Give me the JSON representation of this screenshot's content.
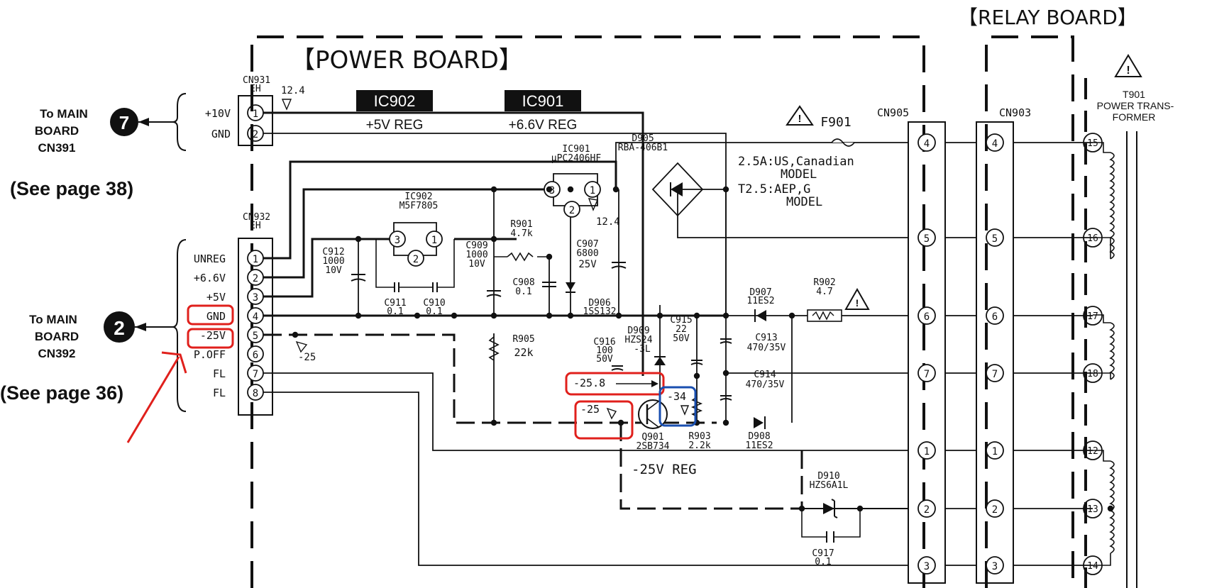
{
  "boards": {
    "power": "【POWER BOARD】",
    "relay": "【RELAY BOARD】"
  },
  "ic_labels": {
    "ic902_box": "IC902",
    "ic902_sub": "+5V REG",
    "ic901_box": "IC901",
    "ic901_sub": "+6.6V REG",
    "ic901_part": "IC901",
    "ic901_model": "μPC2406HF",
    "ic902_part": "IC902",
    "ic902_model": "M5F7805"
  },
  "connectors": {
    "cn931": {
      "name": "CN931",
      "type": "EH",
      "pins": [
        {
          "num": "1",
          "label": "+10V"
        },
        {
          "num": "2",
          "label": "GND"
        }
      ]
    },
    "cn932": {
      "name": "CN932",
      "type": "EH",
      "pins": [
        {
          "num": "1",
          "label": "UNREG"
        },
        {
          "num": "2",
          "label": "+6.6V"
        },
        {
          "num": "3",
          "label": "+5V"
        },
        {
          "num": "4",
          "label": "GND"
        },
        {
          "num": "5",
          "label": "-25V"
        },
        {
          "num": "6",
          "label": "P.OFF"
        },
        {
          "num": "7",
          "label": "FL"
        },
        {
          "num": "8",
          "label": "FL"
        }
      ]
    },
    "cn905": {
      "name": "CN905",
      "pins": [
        "4",
        "5",
        "6",
        "7",
        "1",
        "2",
        "3"
      ]
    },
    "cn903": {
      "name": "CN903",
      "pins": [
        "4",
        "5",
        "6",
        "7",
        "1",
        "2",
        "3"
      ]
    },
    "t901_pins": [
      "15",
      "16",
      "17",
      "18",
      "12",
      "13",
      "14"
    ]
  },
  "offboard": {
    "top": {
      "line1": "To MAIN",
      "line2": "BOARD",
      "line3": "CN391",
      "marker": "7",
      "see": "(See page 38)"
    },
    "bottom": {
      "line1": "To MAIN",
      "line2": "BOARD",
      "line3": "CN392",
      "marker": "2",
      "see": "(See page 36)"
    }
  },
  "transformer": {
    "name": "T901",
    "line2": "POWER TRANS-",
    "line3": "FORMER"
  },
  "fuse": {
    "name": "F901",
    "note1": "2.5A:US,Canadian",
    "note2": "MODEL",
    "note3": "T2.5:AEP,G",
    "note4": "MODEL"
  },
  "components": {
    "d905": {
      "name": "D905",
      "value": "RBA-406B1"
    },
    "r901": {
      "name": "R901",
      "value": "4.7k"
    },
    "c912": {
      "name": "C912",
      "value1": "1000",
      "value2": "10V"
    },
    "c909": {
      "name": "C909",
      "value1": "1000",
      "value2": "10V"
    },
    "c907": {
      "name": "C907",
      "value1": "6800",
      "value2": "25V"
    },
    "c908": {
      "name": "C908",
      "value": "0.1"
    },
    "c911": {
      "name": "C911",
      "value": "0.1"
    },
    "c910": {
      "name": "C910",
      "value": "0.1"
    },
    "d906": {
      "name": "D906",
      "value": "1SS132"
    },
    "d907": {
      "name": "D907",
      "value": "11ES2"
    },
    "r902": {
      "name": "R902",
      "value": "4.7"
    },
    "r905": {
      "name": "R905",
      "value": "22k"
    },
    "c916": {
      "name": "C916",
      "value1": "100",
      "value2": "50V"
    },
    "d909": {
      "name": "D909",
      "value1": "HZS24",
      "value2": "-3L"
    },
    "c915": {
      "name": "C915",
      "value1": "22",
      "value2": "50V"
    },
    "c913": {
      "name": "C913",
      "value": "470/35V"
    },
    "c914": {
      "name": "C914",
      "value": "470/35V"
    },
    "q901": {
      "name": "Q901",
      "value": "2SB734"
    },
    "r903": {
      "name": "R903",
      "value": "2.2k"
    },
    "d908": {
      "name": "D908",
      "value": "11ES2"
    },
    "d910": {
      "name": "D910",
      "value": "HZS6A1L"
    },
    "c917": {
      "name": "C917",
      "value": "0.1"
    }
  },
  "voltages": {
    "v_12_4_a": "12.4",
    "v_12_4_b": "12.4",
    "v_neg25_a": "-25",
    "v_neg25_8": "-25.8",
    "v_neg25_b": "-25",
    "v_neg34": "-34"
  },
  "reg_label": "-25V REG",
  "annotation_colors": {
    "red": "#e0201c",
    "blue": "#1a4fb0"
  }
}
